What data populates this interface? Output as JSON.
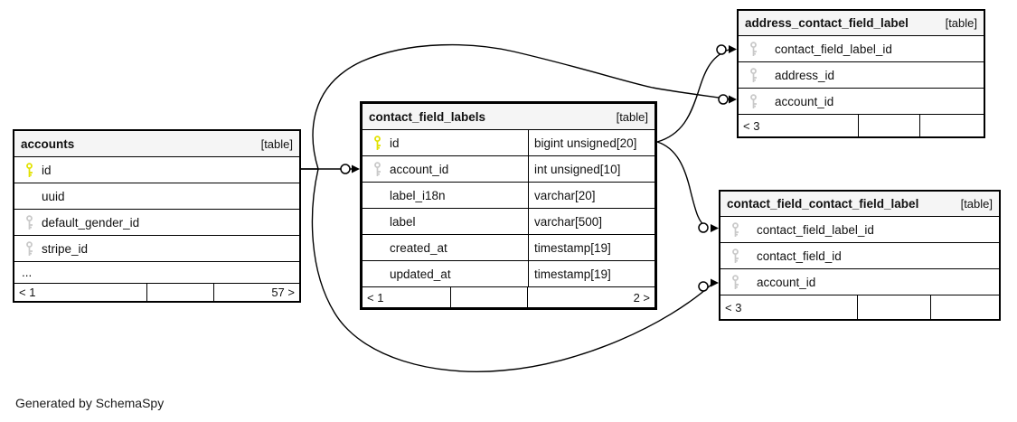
{
  "diagram": {
    "generated_note": "Generated by SchemaSpy",
    "colors": {
      "primary_key": "#e2e200",
      "foreign_key": "#c9c9c9",
      "header_bg": "#f5f5f5",
      "line": "#000000",
      "background": "#ffffff"
    },
    "tables": [
      {
        "name": "accounts",
        "tag": "[table]",
        "columns": [
          {
            "name": "id",
            "key": "primary"
          },
          {
            "name": "uuid",
            "key": "none"
          },
          {
            "name": "default_gender_id",
            "key": "foreign"
          },
          {
            "name": "stripe_id",
            "key": "foreign"
          },
          {
            "name": "...",
            "key": "ellipsis"
          }
        ],
        "footer": {
          "left": "< 1",
          "mid": "",
          "right": "57 >"
        }
      },
      {
        "name": "contact_field_labels",
        "tag": "[table]",
        "emphasized": true,
        "columns": [
          {
            "name": "id",
            "type": "bigint unsigned[20]",
            "key": "primary"
          },
          {
            "name": "account_id",
            "type": "int unsigned[10]",
            "key": "foreign"
          },
          {
            "name": "label_i18n",
            "type": "varchar[20]",
            "key": "none"
          },
          {
            "name": "label",
            "type": "varchar[500]",
            "key": "none"
          },
          {
            "name": "created_at",
            "type": "timestamp[19]",
            "key": "none"
          },
          {
            "name": "updated_at",
            "type": "timestamp[19]",
            "key": "none"
          }
        ],
        "footer": {
          "left": "< 1",
          "mid": "",
          "right": "2 >"
        }
      },
      {
        "name": "address_contact_field_label",
        "tag": "[table]",
        "columns": [
          {
            "name": "contact_field_label_id",
            "key": "foreign"
          },
          {
            "name": "address_id",
            "key": "foreign"
          },
          {
            "name": "account_id",
            "key": "foreign"
          }
        ],
        "footer": {
          "left": "< 3",
          "mid": "",
          "right": ""
        }
      },
      {
        "name": "contact_field_contact_field_label",
        "tag": "[table]",
        "columns": [
          {
            "name": "contact_field_label_id",
            "key": "foreign"
          },
          {
            "name": "contact_field_id",
            "key": "foreign"
          },
          {
            "name": "account_id",
            "key": "foreign"
          }
        ],
        "footer": {
          "left": "< 3",
          "mid": "",
          "right": ""
        }
      }
    ],
    "relationships": [
      {
        "from": "accounts.id",
        "to": "contact_field_labels.account_id"
      },
      {
        "from": "accounts.id",
        "to": "address_contact_field_label.account_id"
      },
      {
        "from": "accounts.id",
        "to": "contact_field_contact_field_label.account_id"
      },
      {
        "from": "contact_field_labels.id",
        "to": "address_contact_field_label.contact_field_label_id"
      },
      {
        "from": "contact_field_labels.id",
        "to": "contact_field_contact_field_label.contact_field_label_id"
      }
    ]
  }
}
